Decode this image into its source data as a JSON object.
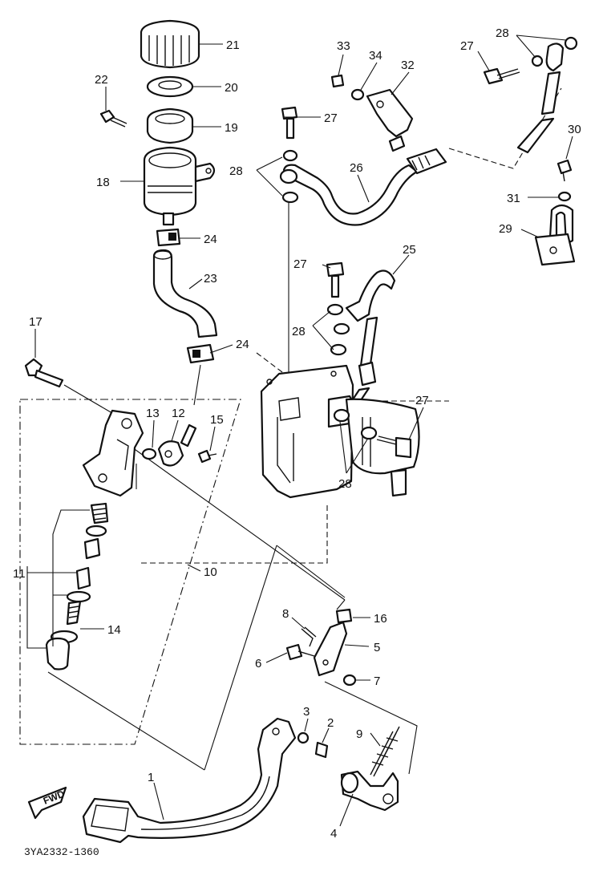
{
  "diagram": {
    "code": "3YA2332-1360",
    "fwd_label": "FWD",
    "callouts": {
      "c1": "1",
      "c2": "2",
      "c3": "3",
      "c4": "4",
      "c5": "5",
      "c6": "6",
      "c7": "7",
      "c8": "8",
      "c9": "9",
      "c10": "10",
      "c11": "11",
      "c12": "12",
      "c13": "13",
      "c14": "14",
      "c15": "15",
      "c16": "16",
      "c17": "17",
      "c18": "18",
      "c19": "19",
      "c20": "20",
      "c21": "21",
      "c22": "22",
      "c23": "23",
      "c24a": "24",
      "c24b": "24",
      "c25": "25",
      "c26": "26",
      "c27a": "27",
      "c27b": "27",
      "c27c": "27",
      "c27d": "27",
      "c28a": "28",
      "c28b": "28",
      "c28c": "28",
      "c28d": "28",
      "c29": "29",
      "c30": "30",
      "c31": "31",
      "c32": "32",
      "c33": "33",
      "c34": "34"
    }
  }
}
